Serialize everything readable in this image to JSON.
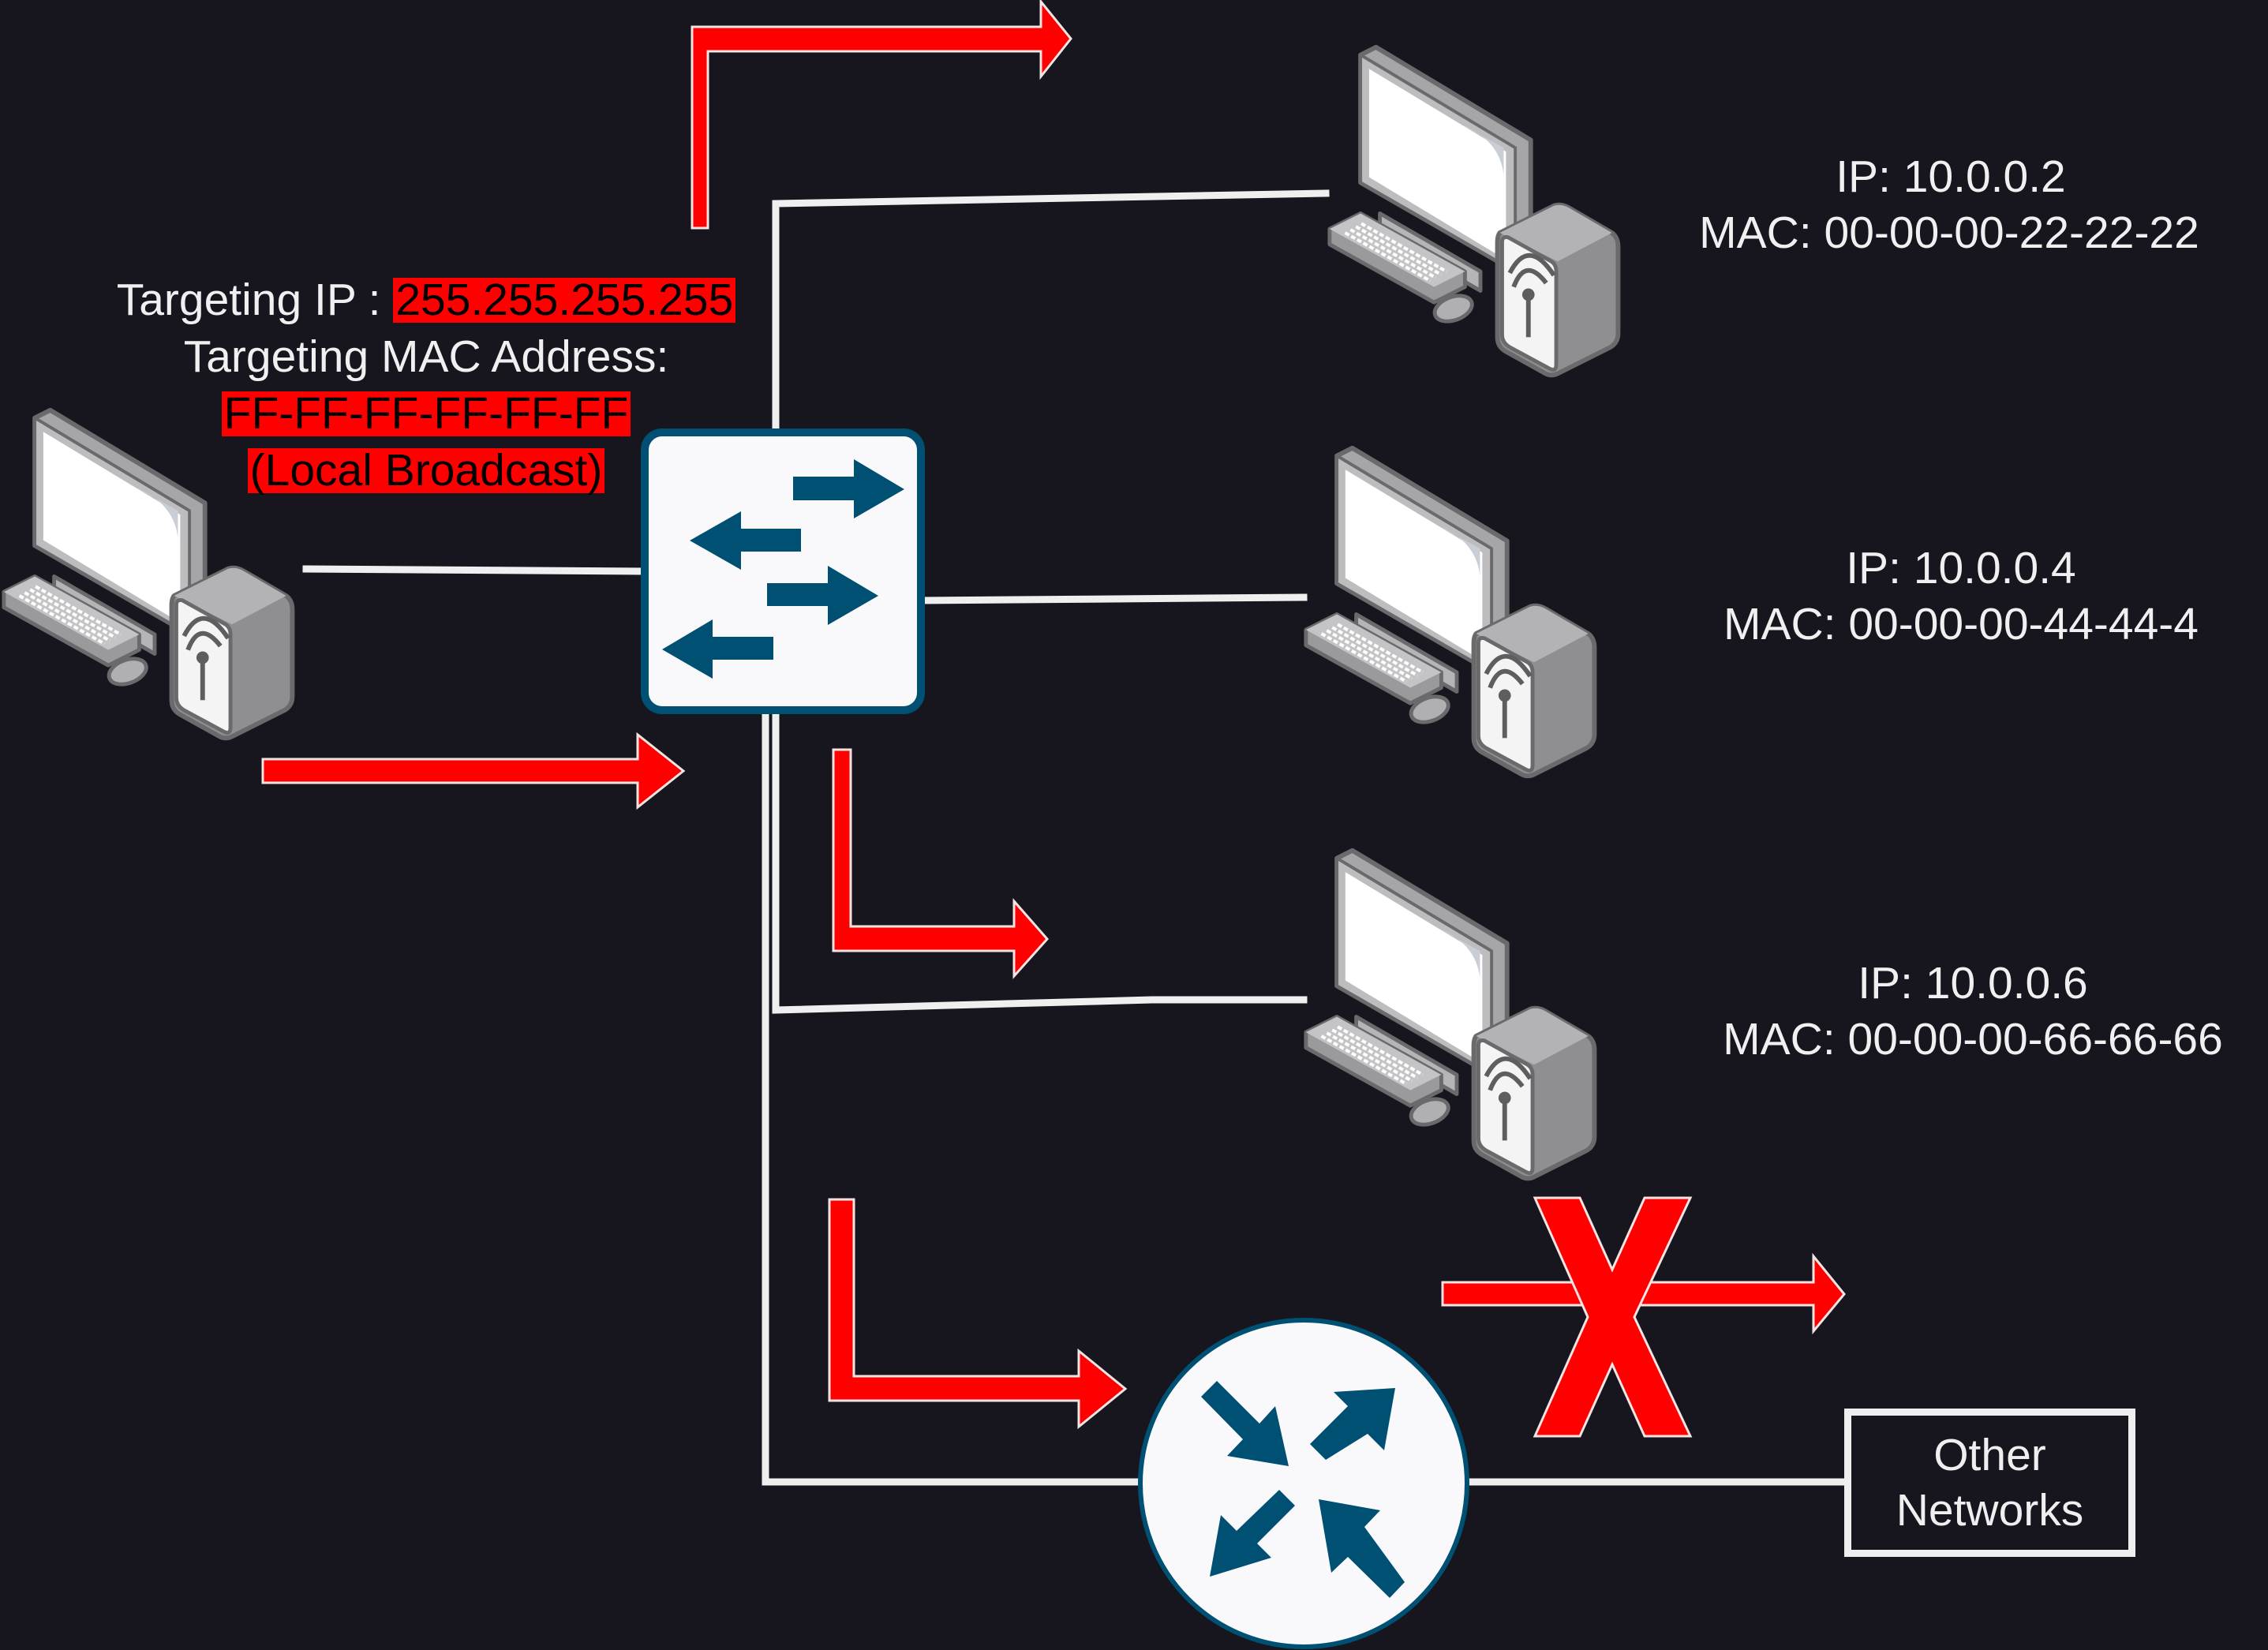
{
  "title": "Local broadcast frame flooding diagram",
  "colors": {
    "background": "#17151d",
    "wire": "#efefef",
    "arrow": "#ff0000",
    "arrow_outline": "#f4e0e0",
    "device_blue": "#005073",
    "device_fill": "#f9f9fb",
    "highlight": "#ff0000"
  },
  "source": {
    "targeting_ip_label": "Targeting IP : ",
    "targeting_ip_value": "255.255.255.255",
    "targeting_mac_label": "Targeting MAC Address:",
    "targeting_mac_value": "FF-FF-FF-FF-FF-FF",
    "broadcast_note": "(Local Broadcast)",
    "icon": "desktop-computer-icon"
  },
  "switch": {
    "icon": "switch-icon"
  },
  "router": {
    "icon": "router-icon"
  },
  "hosts": [
    {
      "ip": "IP: 10.0.0.2",
      "mac": "MAC: 00-00-00-22-22-22",
      "icon": "desktop-computer-icon"
    },
    {
      "ip": "IP: 10.0.0.4",
      "mac": "MAC: 00-00-00-44-44-4",
      "icon": "desktop-computer-icon"
    },
    {
      "ip": "IP: 10.0.0.6",
      "mac": "MAC: 00-00-00-66-66-66",
      "icon": "desktop-computer-icon"
    }
  ],
  "other_networks": {
    "line1": "Other",
    "line2": "Networks"
  },
  "blocked_marker": "X"
}
